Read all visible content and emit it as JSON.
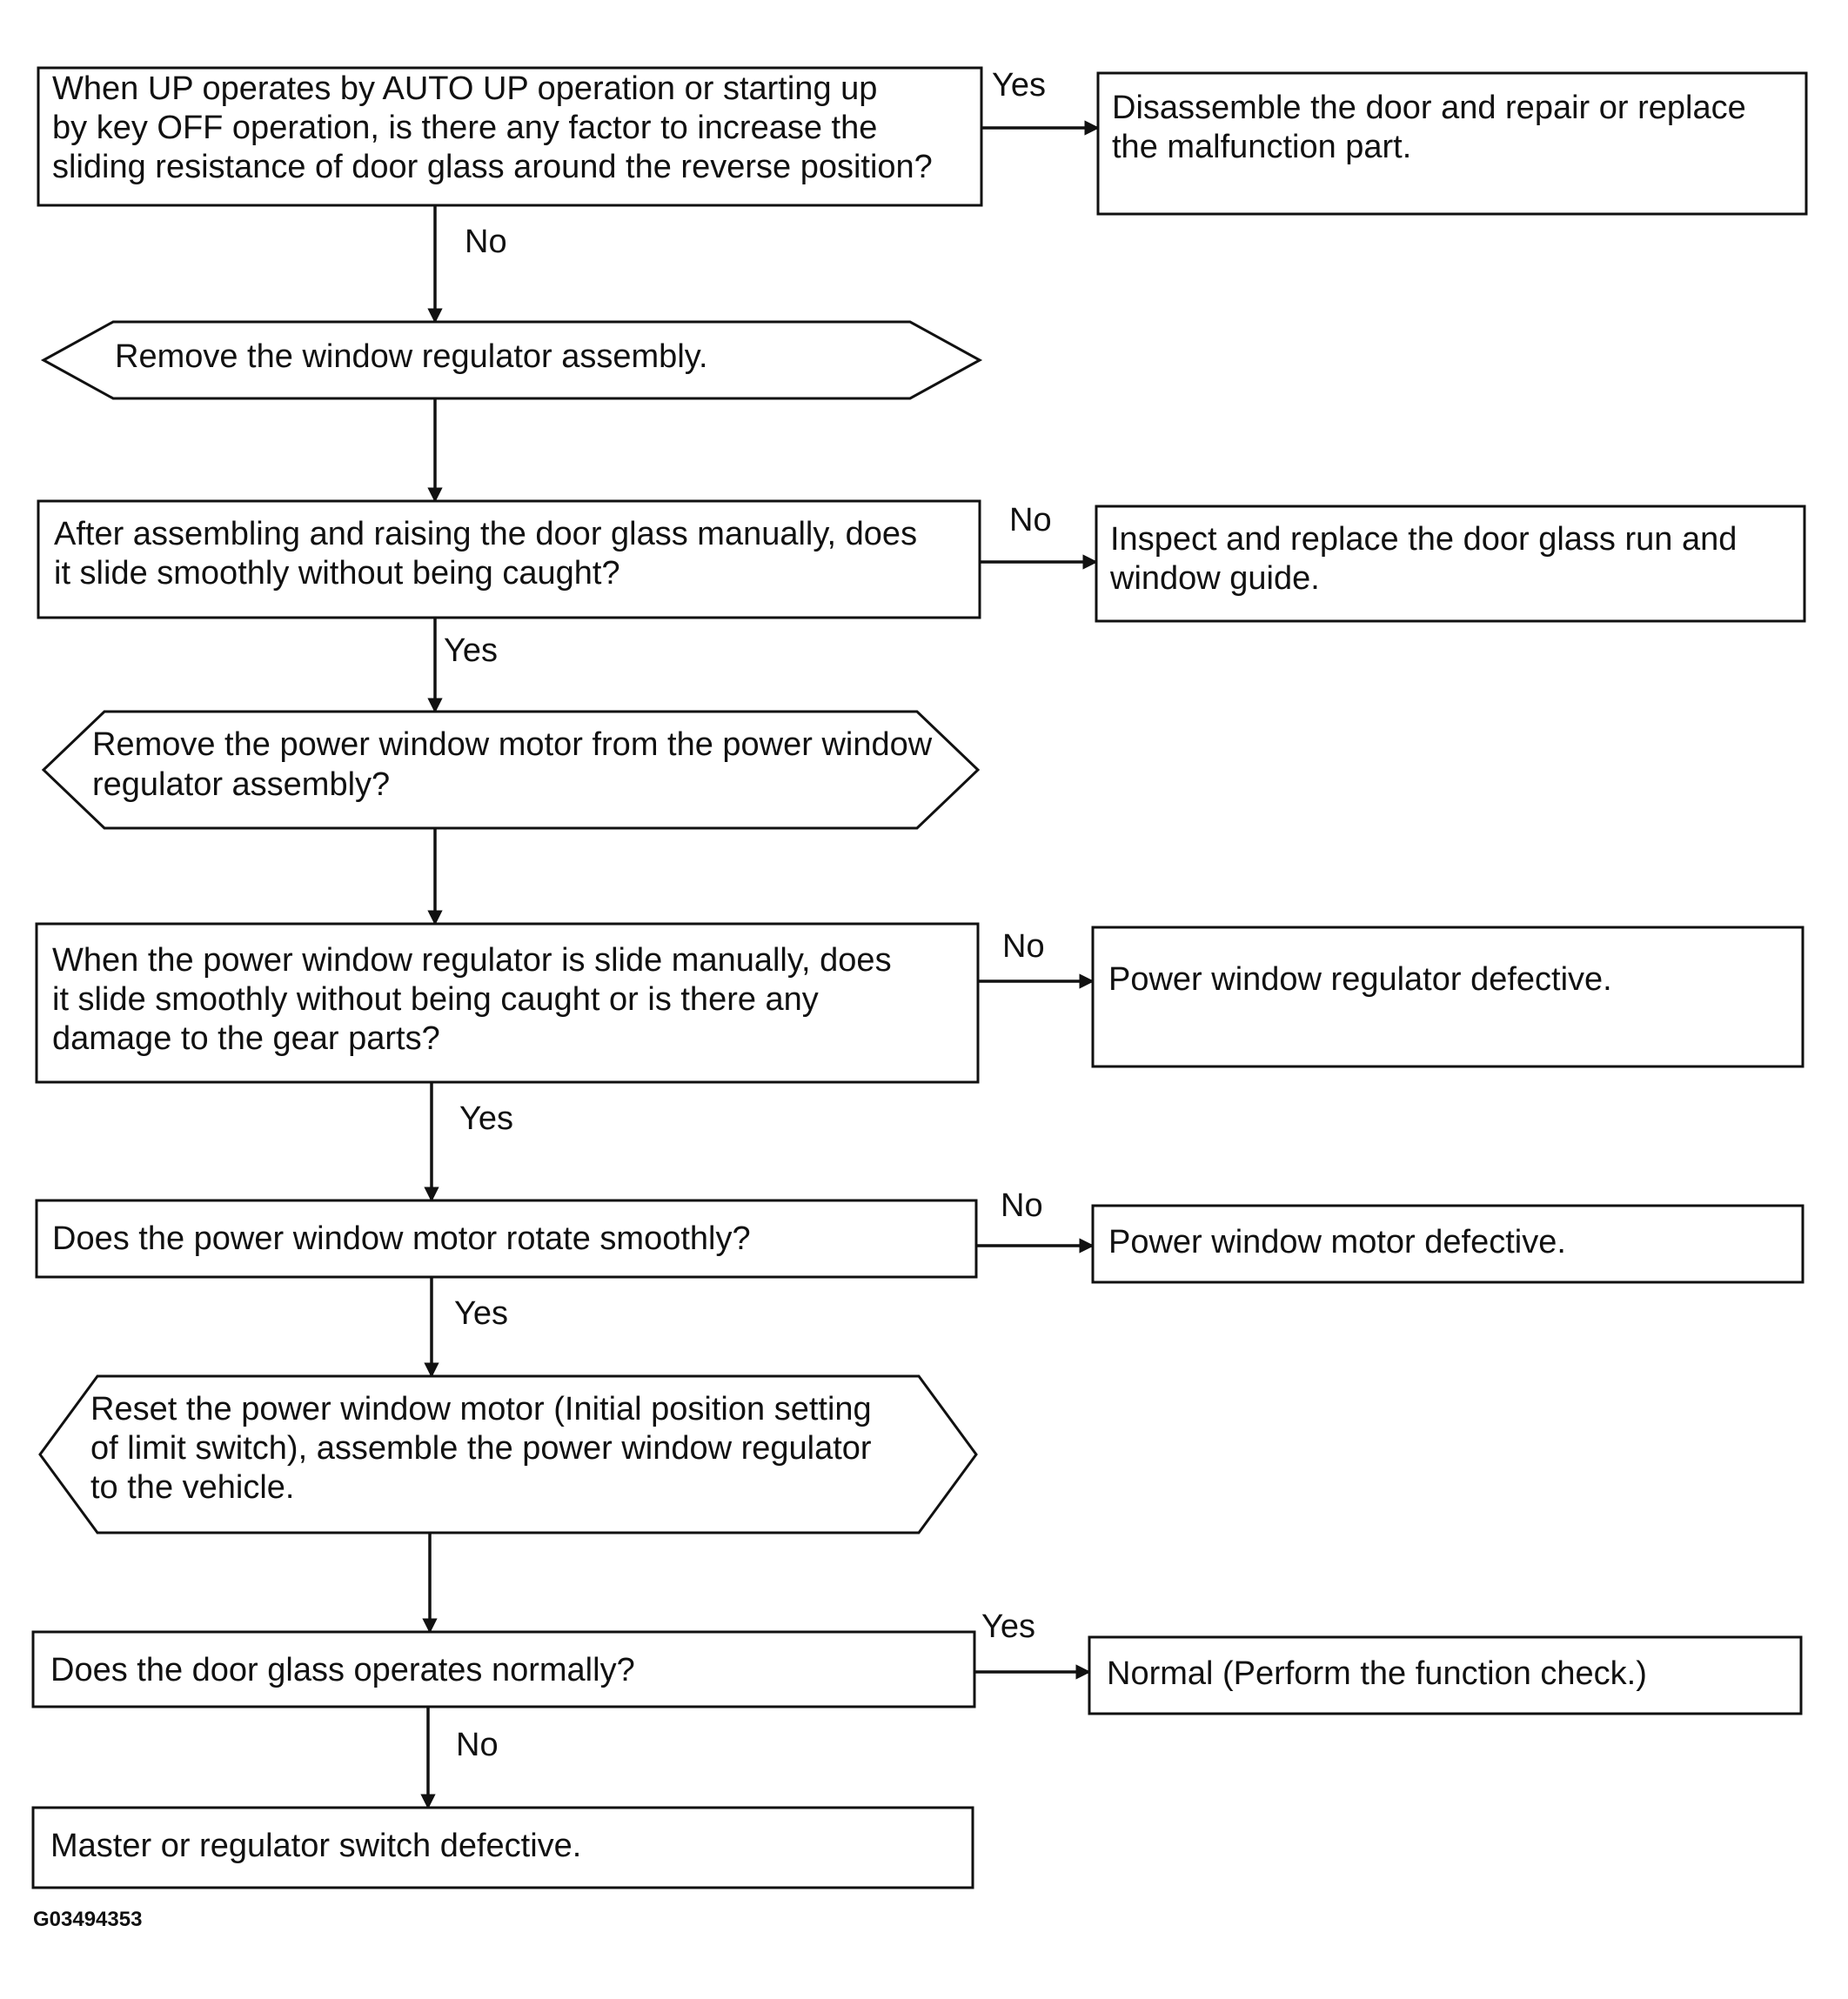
{
  "nodes": {
    "q_auto_up": {
      "shape": "rect",
      "lines": [
        "When UP operates by AUTO UP operation or starting up",
        "by key OFF operation, is there any factor to increase the",
        "sliding resistance of door glass around the reverse position?"
      ]
    },
    "r_disassemble": {
      "shape": "rect",
      "lines": [
        "Disassemble the door and repair or replace",
        "the malfunction part."
      ]
    },
    "s_remove_regulator": {
      "shape": "hexagon",
      "lines": [
        "Remove the window regulator assembly."
      ]
    },
    "q_glass_slide": {
      "shape": "rect",
      "lines": [
        "After assembling and raising the door glass manually, does",
        "it slide smoothly without being caught?"
      ]
    },
    "r_glass_run": {
      "shape": "rect",
      "lines": [
        "Inspect and replace the door glass run and",
        "window guide."
      ]
    },
    "s_remove_motor": {
      "shape": "hexagon",
      "lines": [
        "Remove the power window motor from the power window",
        "regulator assembly?"
      ]
    },
    "q_regulator_slide": {
      "shape": "rect",
      "lines": [
        "When the power window regulator is slide manually, does",
        "it slide smoothly without being caught or is there any",
        "damage to the gear parts?"
      ]
    },
    "r_regulator_defective": {
      "shape": "rect",
      "lines": [
        "Power window regulator defective."
      ]
    },
    "q_motor_rotate": {
      "shape": "rect",
      "lines": [
        "Does the power window motor rotate smoothly?"
      ]
    },
    "r_motor_defective": {
      "shape": "rect",
      "lines": [
        "Power window motor defective."
      ]
    },
    "s_reset_motor": {
      "shape": "hexagon",
      "lines": [
        "Reset the power window motor (Initial position setting",
        "of limit switch), assemble the power window regulator",
        "to the vehicle."
      ]
    },
    "q_glass_normal": {
      "shape": "rect",
      "lines": [
        "Does the door glass operates normally?"
      ]
    },
    "r_normal": {
      "shape": "rect",
      "lines": [
        "Normal (Perform the function check.)"
      ]
    },
    "r_switch_defective": {
      "shape": "rect",
      "lines": [
        "Master or regulator switch defective."
      ]
    }
  },
  "edges": [
    {
      "from": "q_auto_up",
      "to": "r_disassemble",
      "label": "Yes"
    },
    {
      "from": "q_auto_up",
      "to": "s_remove_regulator",
      "label": "No"
    },
    {
      "from": "s_remove_regulator",
      "to": "q_glass_slide",
      "label": ""
    },
    {
      "from": "q_glass_slide",
      "to": "r_glass_run",
      "label": "No"
    },
    {
      "from": "q_glass_slide",
      "to": "s_remove_motor",
      "label": "Yes"
    },
    {
      "from": "s_remove_motor",
      "to": "q_regulator_slide",
      "label": ""
    },
    {
      "from": "q_regulator_slide",
      "to": "r_regulator_defective",
      "label": "No"
    },
    {
      "from": "q_regulator_slide",
      "to": "q_motor_rotate",
      "label": "Yes"
    },
    {
      "from": "q_motor_rotate",
      "to": "r_motor_defective",
      "label": "No"
    },
    {
      "from": "q_motor_rotate",
      "to": "s_reset_motor",
      "label": "Yes"
    },
    {
      "from": "s_reset_motor",
      "to": "q_glass_normal",
      "label": ""
    },
    {
      "from": "q_glass_normal",
      "to": "r_normal",
      "label": "Yes"
    },
    {
      "from": "q_glass_normal",
      "to": "r_switch_defective",
      "label": "No"
    }
  ],
  "figure_id": "G03494353"
}
